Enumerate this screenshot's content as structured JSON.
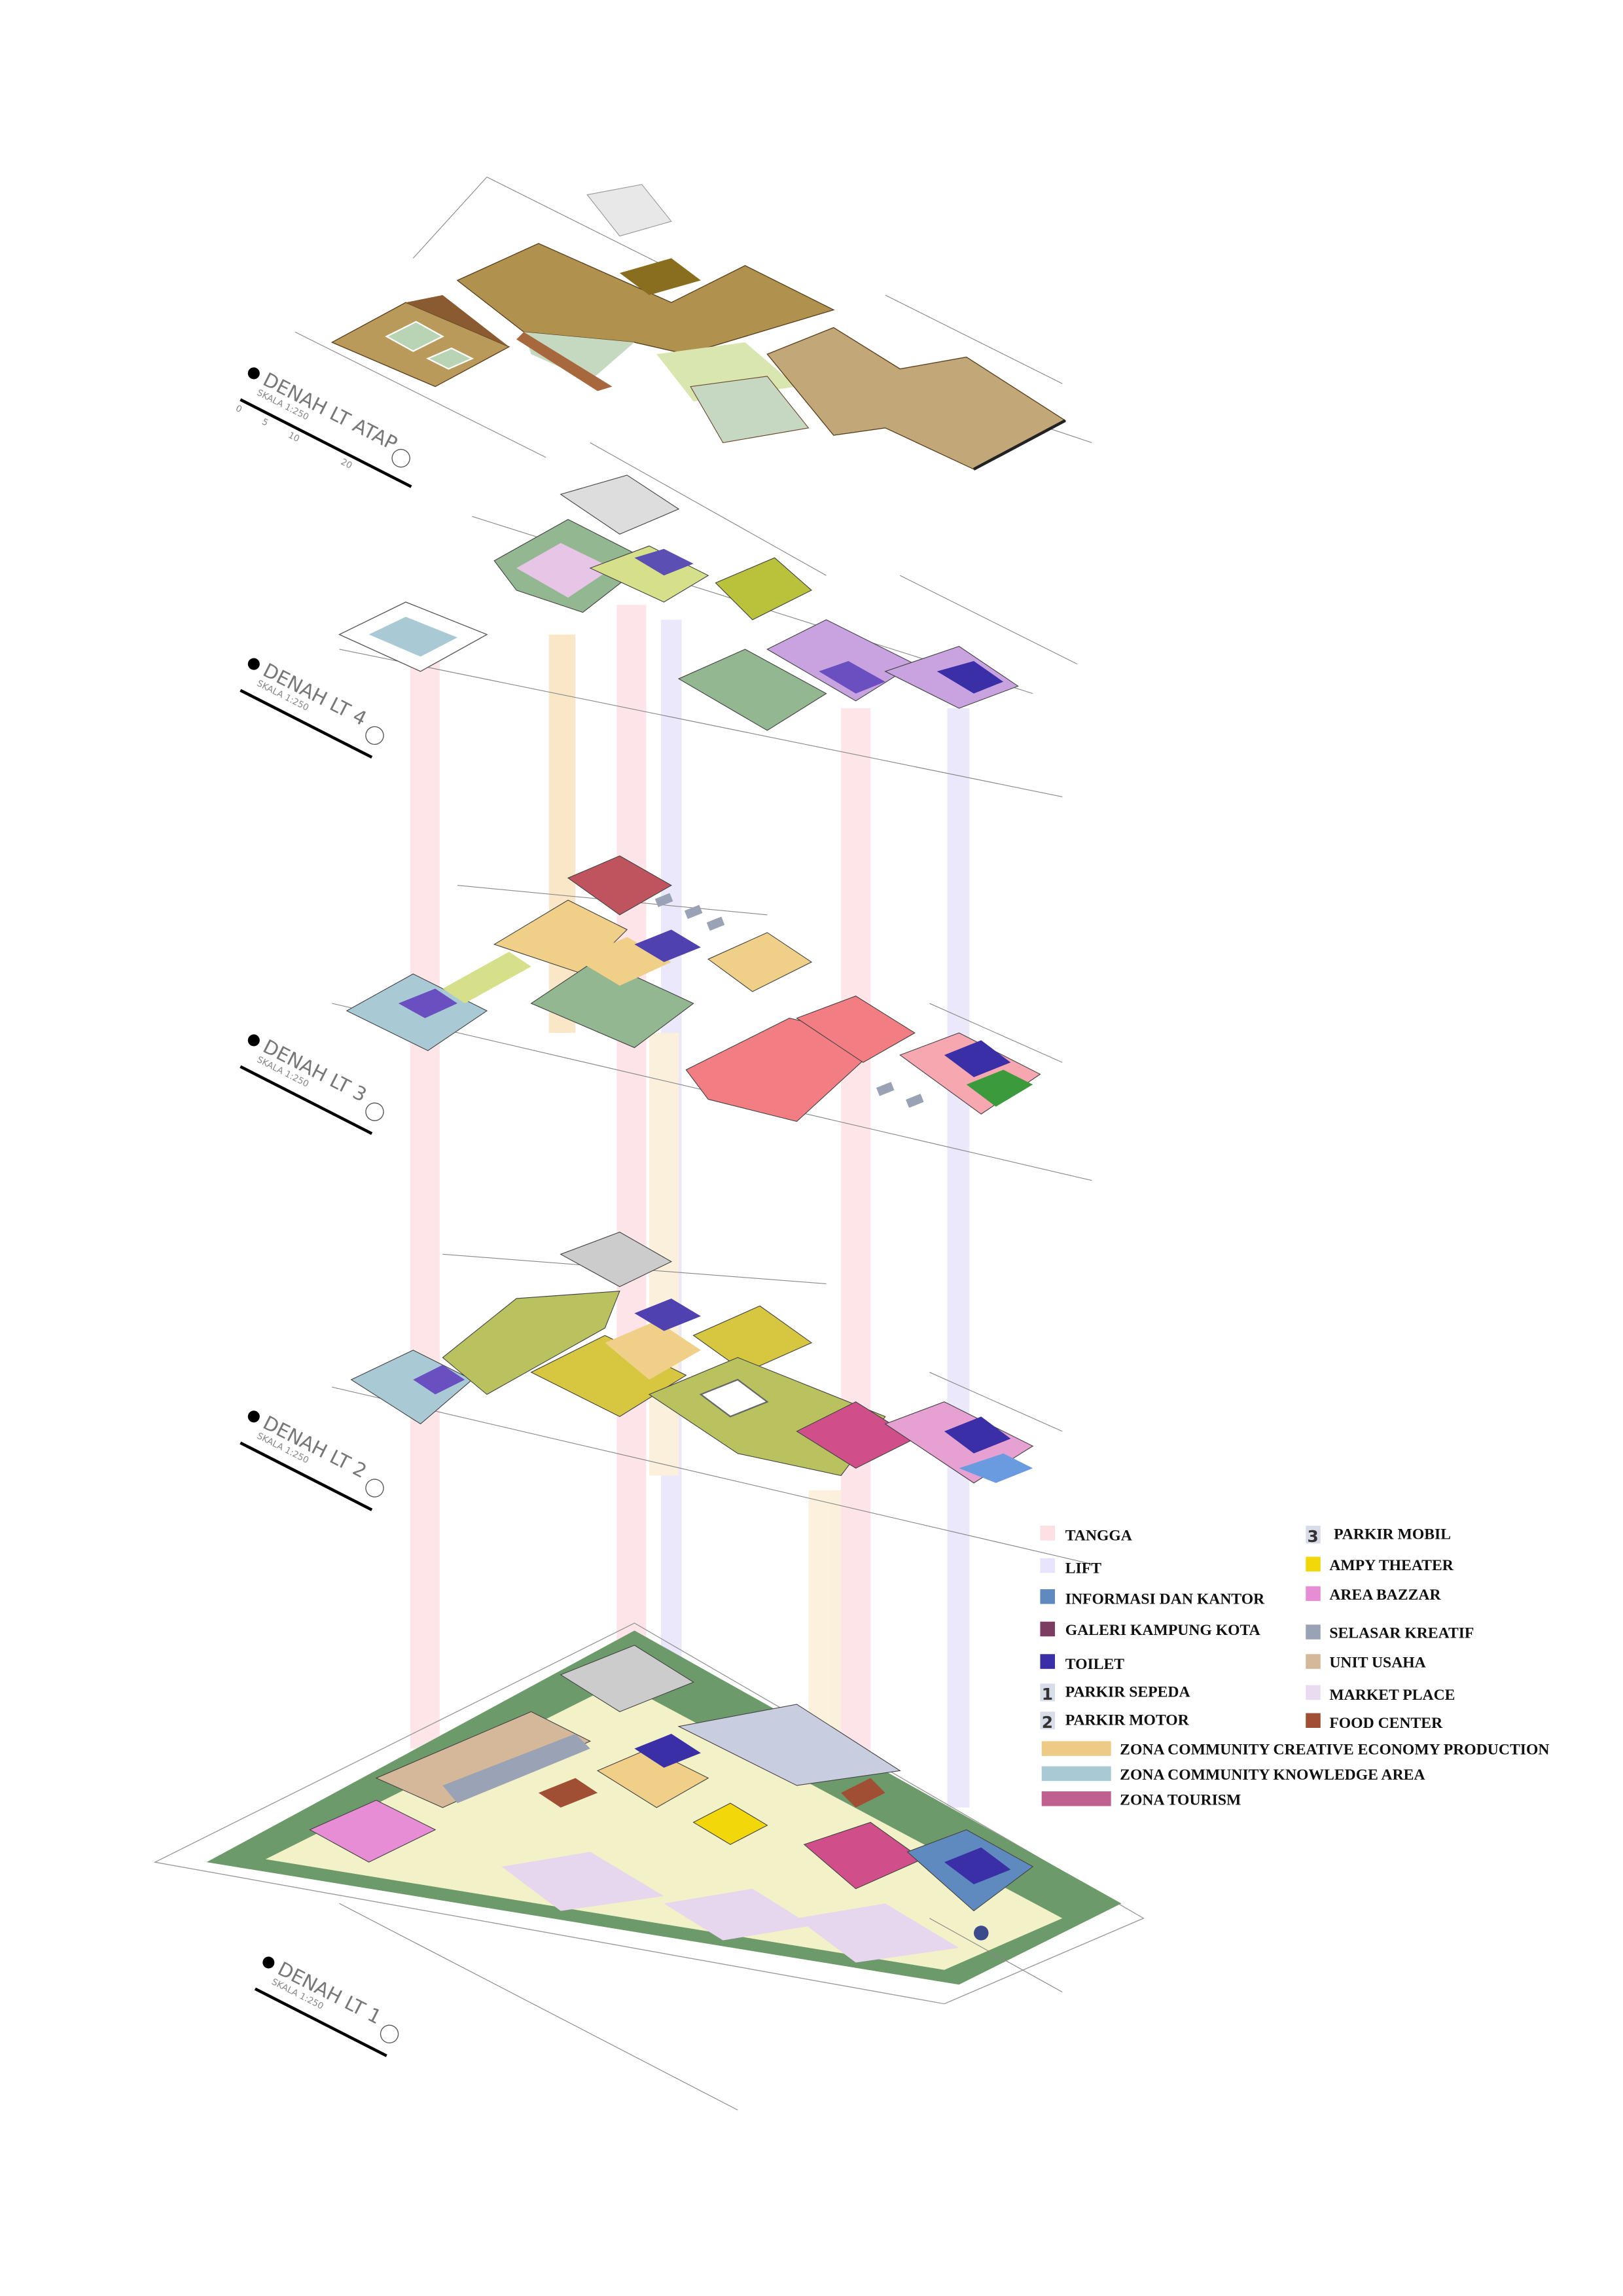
{
  "floors": [
    {
      "title": "DENAH LT ATAP",
      "scale": "SKALA 1:250"
    },
    {
      "title": "DENAH LT 4",
      "scale": "SKALA 1:250"
    },
    {
      "title": "DENAH LT 3",
      "scale": "SKALA 1:250"
    },
    {
      "title": "DENAH LT 2",
      "scale": "SKALA 1:250"
    },
    {
      "title": "DENAH LT 1",
      "scale": "SKALA 1:250"
    }
  ],
  "scale_bar_ticks": [
    "0",
    "5",
    "10",
    "20"
  ],
  "legend": {
    "left": [
      {
        "label": "TANGGA",
        "color": "#fde0e4"
      },
      {
        "label": "LIFT",
        "color": "#e8e4fb"
      },
      {
        "label": "INFORMASI DAN KANTOR",
        "color": "#5f8ac0"
      },
      {
        "label": "GALERI KAMPUNG KOTA",
        "color": "#7d3d63"
      },
      {
        "label": "TOILET",
        "color": "#3a2fa6"
      },
      {
        "label": "PARKIR SEPEDA",
        "color": "#d8dbe8",
        "badge": "1"
      },
      {
        "label": "PARKIR MOTOR",
        "color": "#d8dbe8",
        "badge": "2"
      }
    ],
    "right": [
      {
        "label": "PARKIR MOBIL",
        "color": "#d8dbe8",
        "badge": "3"
      },
      {
        "label": "AMPY THEATER",
        "color": "#f2d80a"
      },
      {
        "label": "AREA BAZZAR",
        "color": "#e68dd6"
      },
      {
        "label": "SELASAR KREATIF",
        "color": "#9aa2b5"
      },
      {
        "label": "UNIT USAHA",
        "color": "#d5b899"
      },
      {
        "label": "MARKET PLACE",
        "color": "#eadcf0"
      },
      {
        "label": "FOOD CENTER",
        "color": "#a04f35"
      }
    ],
    "zones": [
      {
        "label": "ZONA COMMUNITY CREATIVE ECONOMY PRODUCTION",
        "color": "#edcb87"
      },
      {
        "label": "ZONA COMMUNITY KNOWLEDGE AREA",
        "color": "#a9cad4"
      },
      {
        "label": "ZONA TOURISM",
        "color": "#c06090"
      }
    ]
  },
  "badges": [
    "1",
    "2",
    "3"
  ]
}
